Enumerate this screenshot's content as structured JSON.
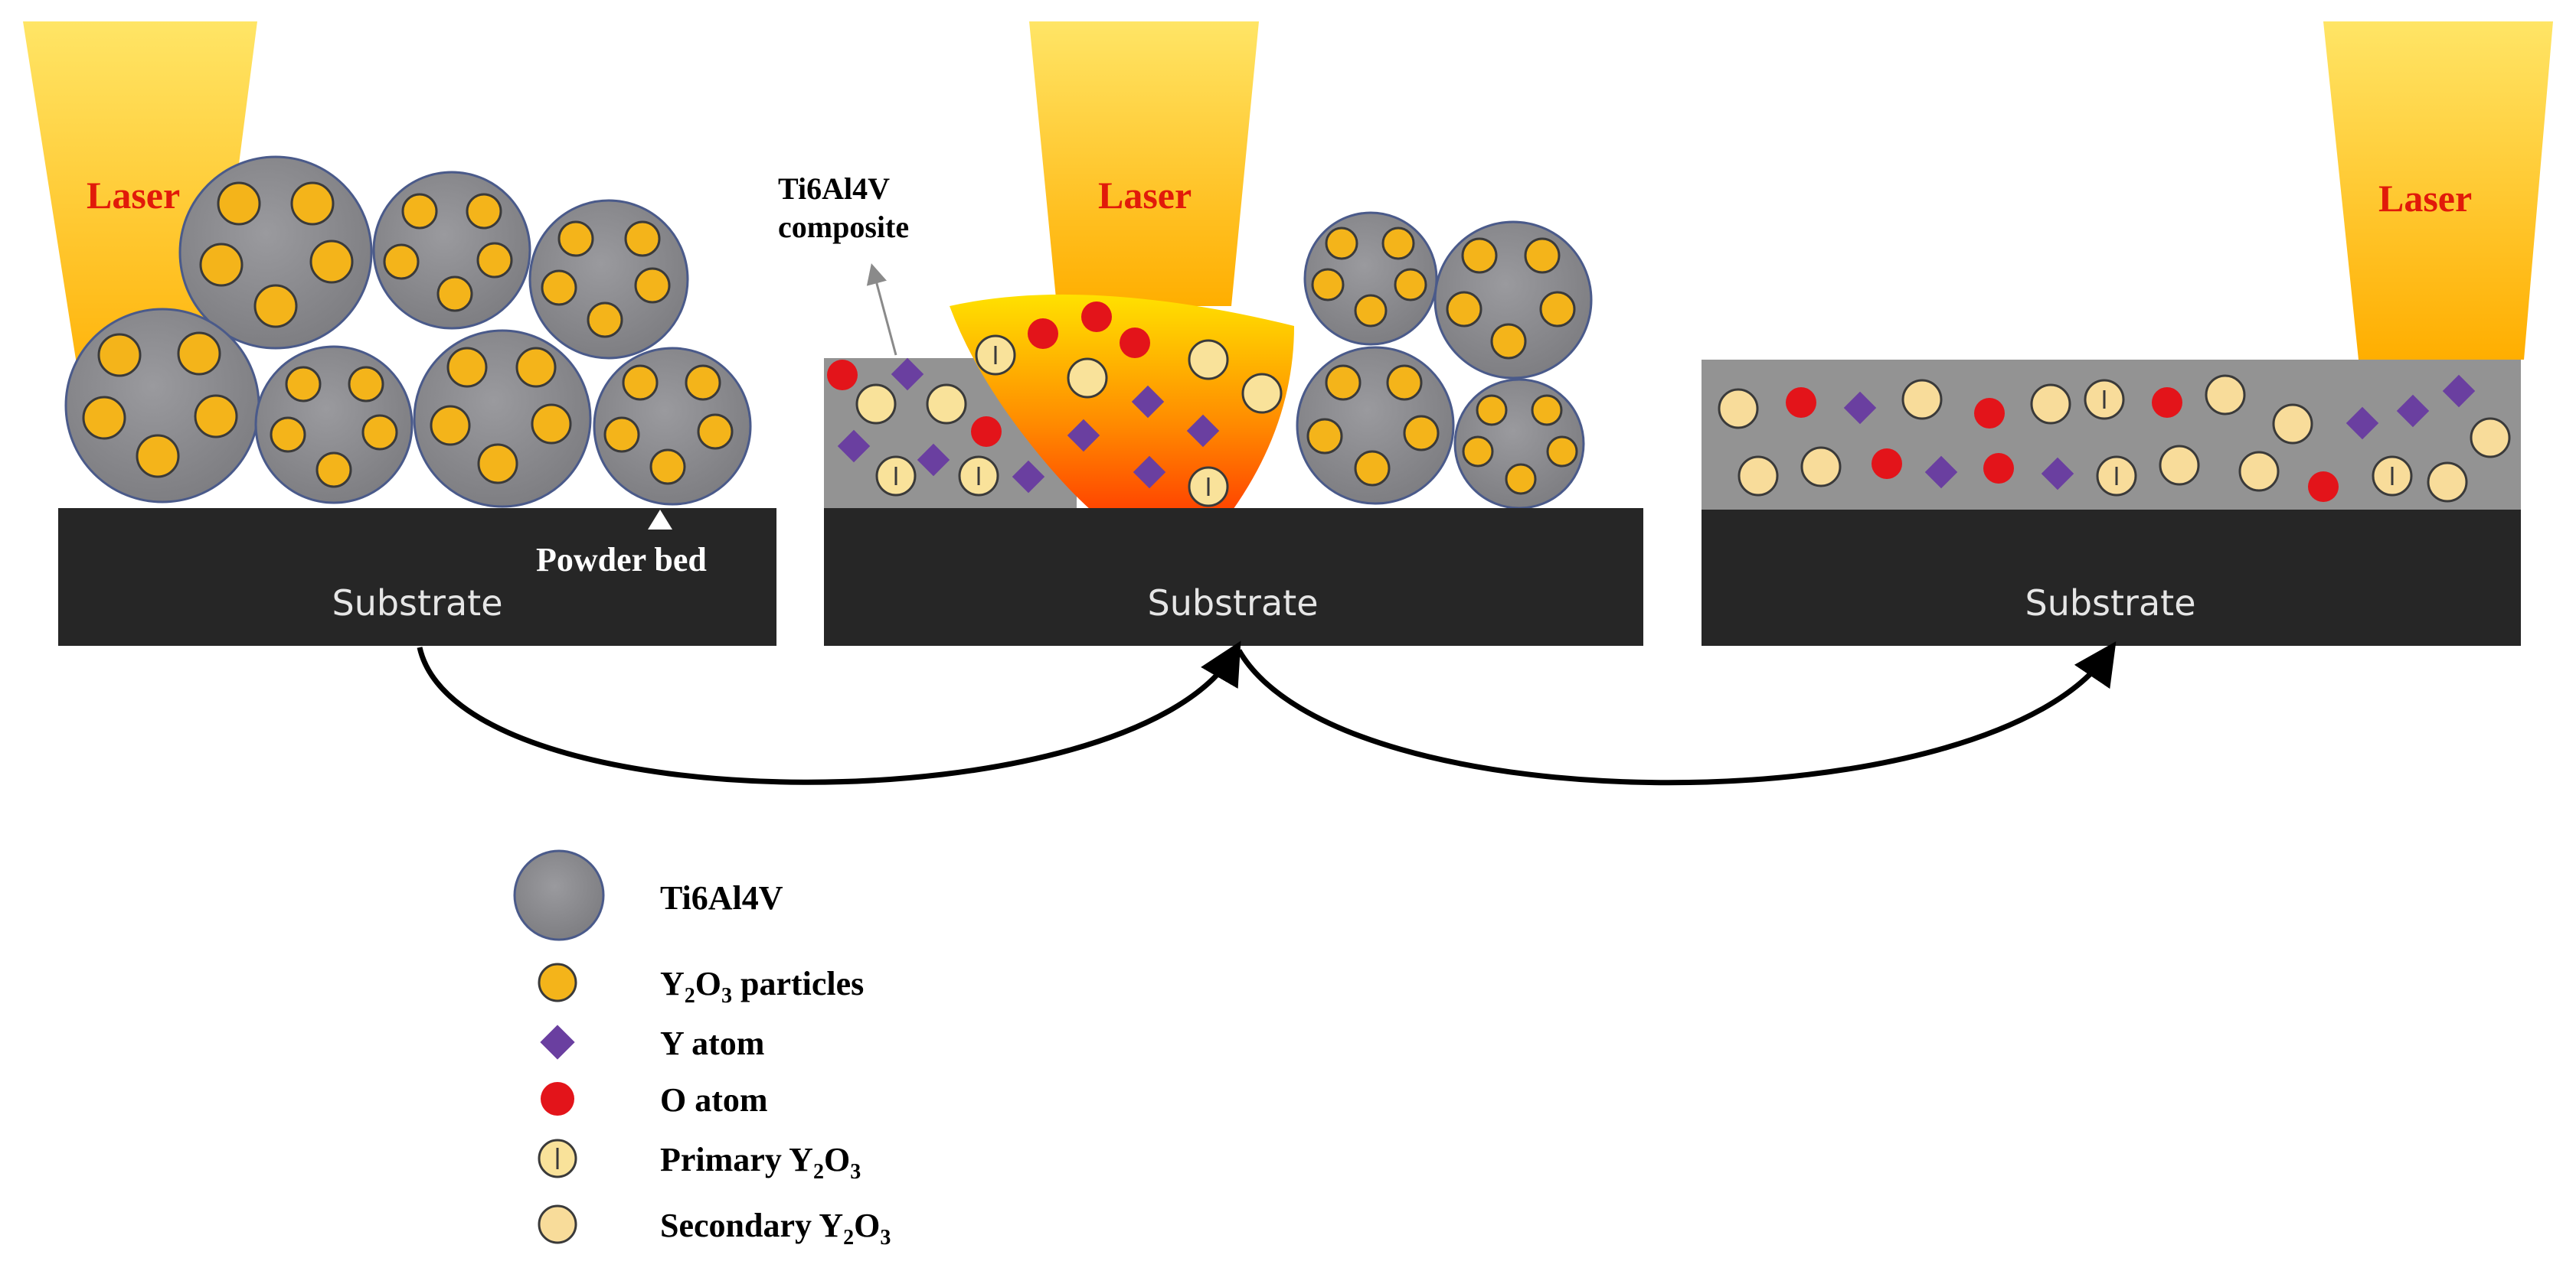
{
  "colors": {
    "laser_top": "#ffe566",
    "laser_bottom": "#ffb000",
    "laser_text": "#e11a0a",
    "substrate": "#262626",
    "substrate_text": "#e6e6e6",
    "ti_particle": "#8a8a8e",
    "y2o3": "#f4b41a",
    "primary_y2o3": "#f9e29a",
    "secondary_y2o3": "#f8dc9a",
    "y_atom": "#6a3fa0",
    "o_atom": "#e3141a",
    "layer": "#939393",
    "arrow": "#000000"
  },
  "stage1": {
    "laser_label": "Laser",
    "substrate_label": "Substrate",
    "powder_bed_label": "Powder bed"
  },
  "stage2": {
    "laser_label": "Laser",
    "substrate_label": "Substrate",
    "composite_label_line1": "Ti6Al4V",
    "composite_label_line2": "composite"
  },
  "stage3": {
    "laser_label": "Laser",
    "substrate_label": "Substrate"
  },
  "legend": {
    "items": [
      {
        "icon": "ti6al4v-particle-icon",
        "label": "Ti6Al4V"
      },
      {
        "icon": "y2o3-particle-icon",
        "label": "Y2O3 particles"
      },
      {
        "icon": "y-atom-diamond-icon",
        "label": "Y atom"
      },
      {
        "icon": "o-atom-circle-icon",
        "label": "O atom"
      },
      {
        "icon": "primary-y2o3-icon",
        "label": "Primary Y2O3"
      },
      {
        "icon": "secondary-y2o3-icon",
        "label": "Secondary Y2O3"
      }
    ]
  }
}
